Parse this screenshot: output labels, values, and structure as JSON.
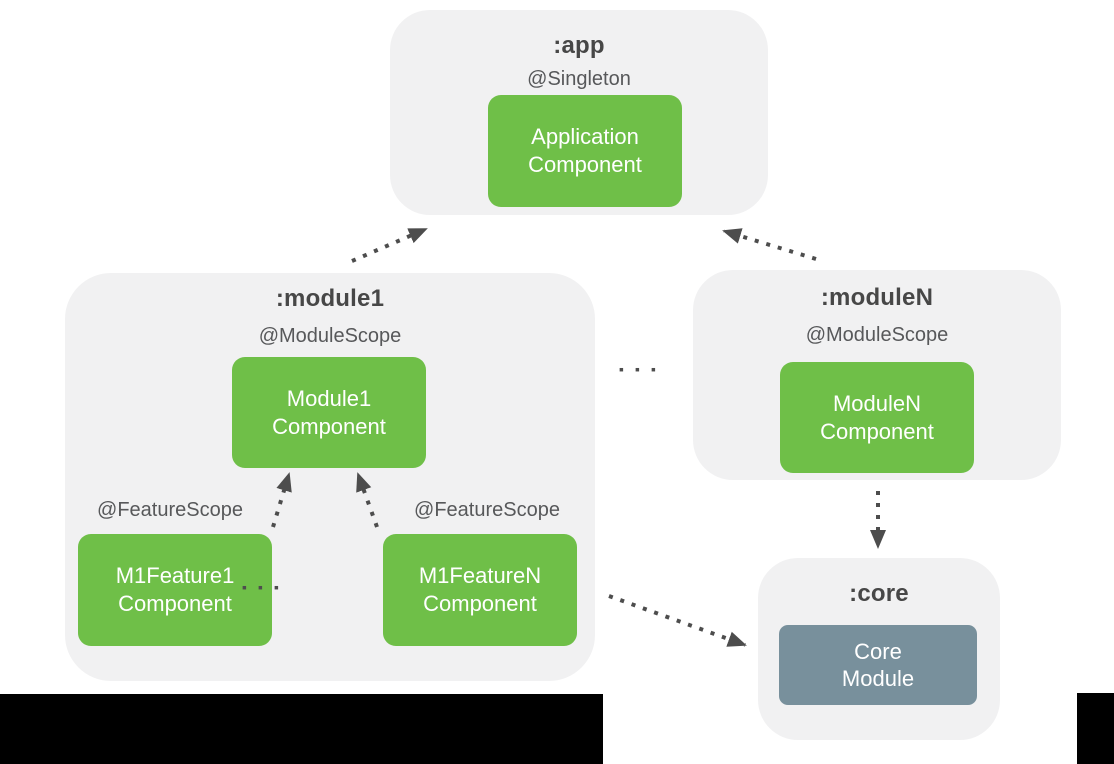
{
  "app": {
    "title": ":app",
    "scope": "@Singleton",
    "component": [
      "Application",
      "Component"
    ]
  },
  "module1": {
    "title": ":module1",
    "scope": "@ModuleScope",
    "component": [
      "Module1",
      "Component"
    ],
    "feature_scope_left": "@FeatureScope",
    "feature_scope_right": "@FeatureScope",
    "feature1_component": [
      "M1Feature1",
      "Component"
    ],
    "featureN_component": [
      "M1FeatureN",
      "Component"
    ],
    "ellipsis_between_features": "▪▪▪"
  },
  "moduleN": {
    "title": ":moduleN",
    "scope": "@ModuleScope",
    "component": [
      "ModuleN",
      "Component"
    ]
  },
  "core": {
    "title": ":core",
    "component": [
      "Core",
      "Module"
    ]
  },
  "ellipsis_between_modules": "▪▪▪",
  "colors": {
    "panel_background": "#F1F1F2",
    "component_green": "#6FBF48",
    "core_blue_gray": "#78909C",
    "title_text": "#474747",
    "scope_text": "#57585A",
    "arrow": "#4D4D4D",
    "box_text": "#FFFFFF",
    "letterbox_black": "#000000"
  }
}
